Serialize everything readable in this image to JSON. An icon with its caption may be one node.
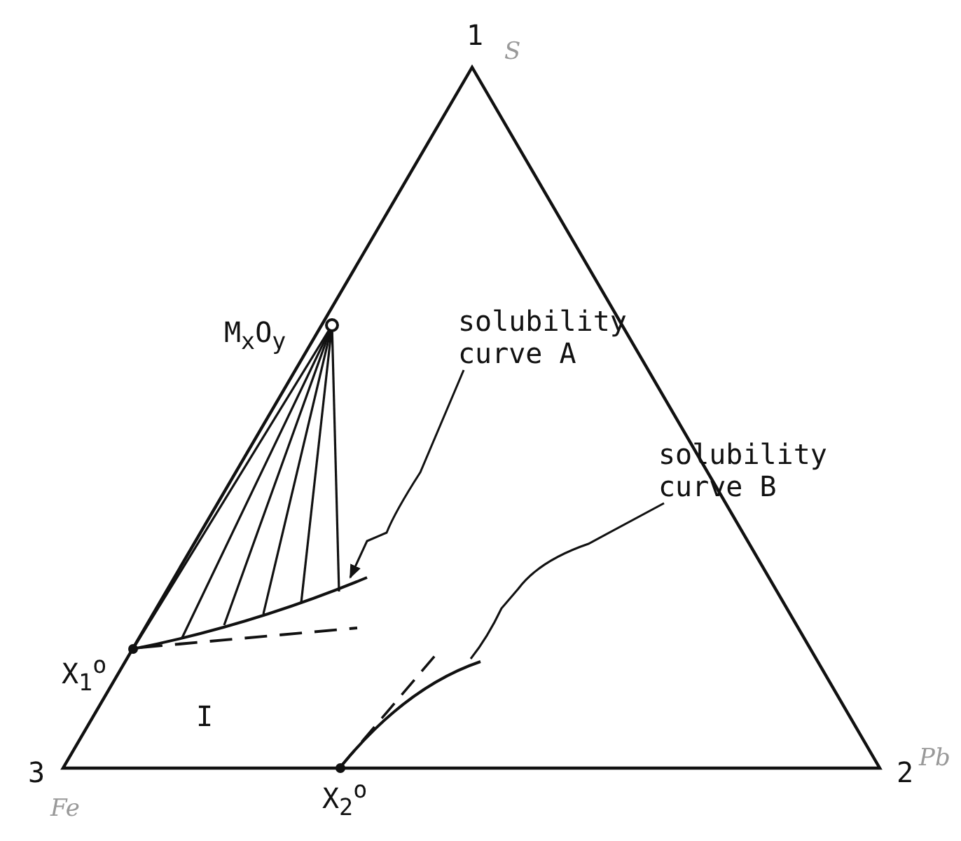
{
  "diagram": {
    "nodes": [
      {
        "text": [
          "solubility curve A"
        ]
      },
      {
        "text": [
          "solubility curve B"
        ]
      }
    ],
    "edges": [
      {
        "from": 0,
        "to": null,
        "arrow": "to"
      },
      {
        "from": 1,
        "to": null,
        "arrow": "none"
      }
    ],
    "labels": [
      "1",
      "S",
      "M$_{x}$O$_{y}$",
      "X$_{1}$$^{o}$",
      "I",
      "3",
      "Fe",
      "X$_{2}$$^{o}$",
      "2",
      "Pb"
    ]
  }
}
